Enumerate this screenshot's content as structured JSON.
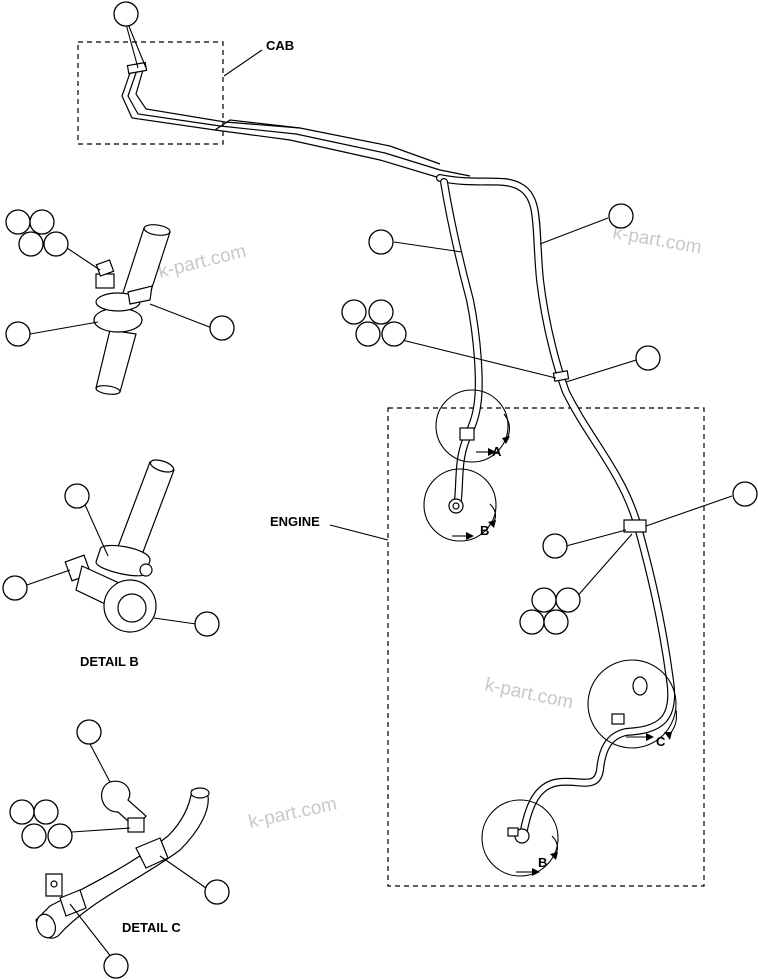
{
  "labels": {
    "cab": "CAB",
    "engine": "ENGINE",
    "detail_b": "DETAIL B",
    "detail_c": "DETAIL C",
    "view_a": "A",
    "view_b_1": "B",
    "view_b_2": "B",
    "view_c": "C"
  },
  "watermark": "k-part.com"
}
